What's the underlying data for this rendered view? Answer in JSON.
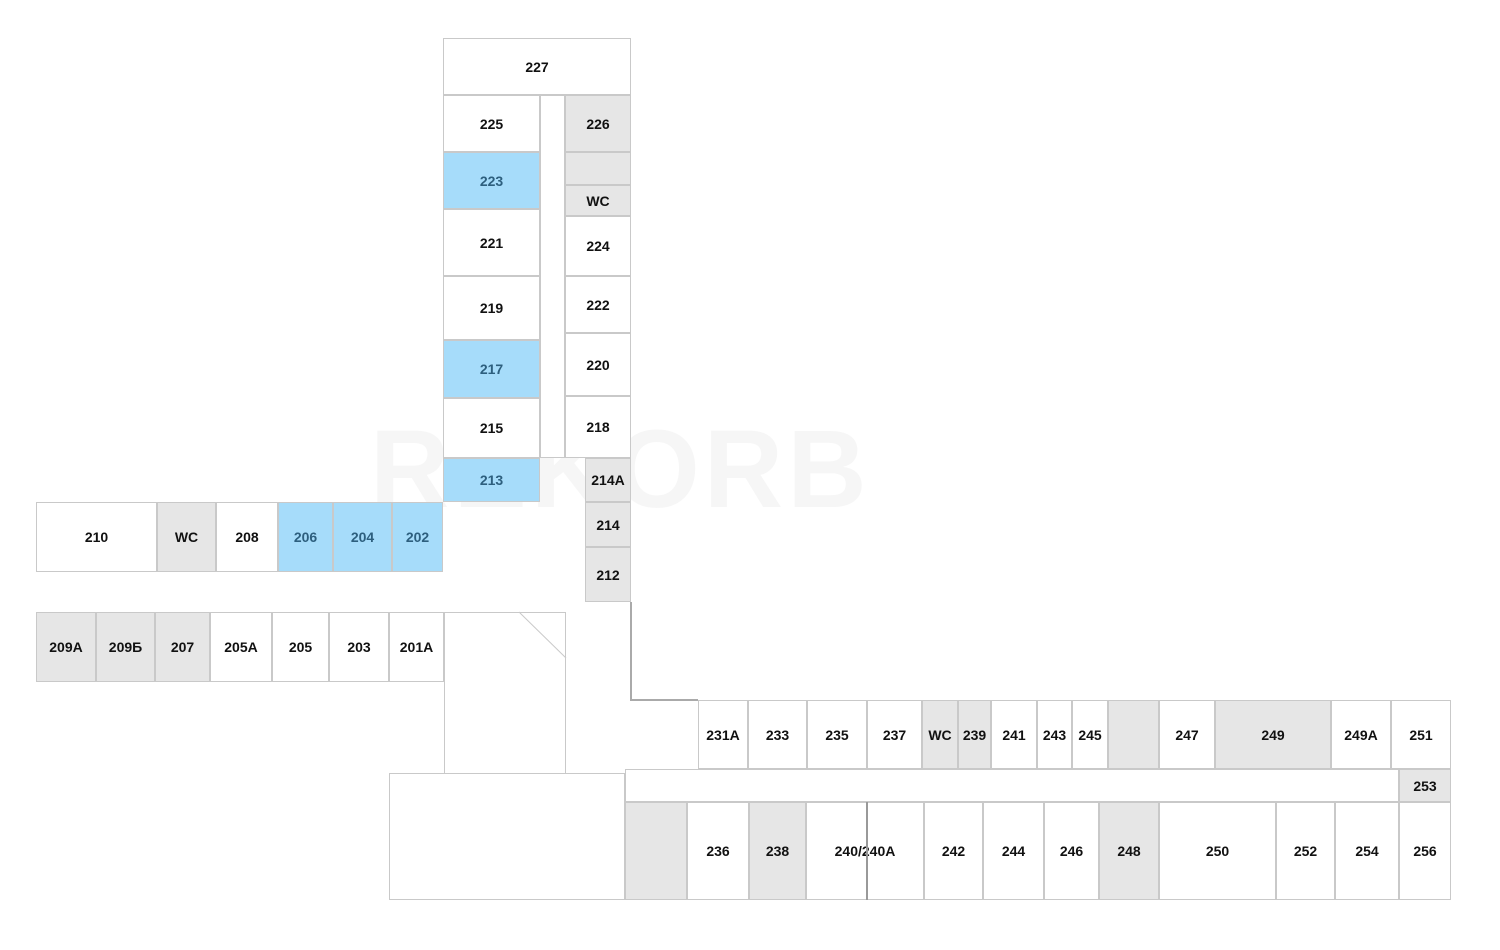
{
  "watermark": "REKORB",
  "colors": {
    "white": "#ffffff",
    "gray": "#e6e6e6",
    "blue": "#a6dcfa"
  },
  "rooms": {
    "r227": "227",
    "r225": "225",
    "r226": "226",
    "r223": "223",
    "wc_top": "WC",
    "r221": "221",
    "r224": "224",
    "r219": "219",
    "r222": "222",
    "r217": "217",
    "r220": "220",
    "r215": "215",
    "r218": "218",
    "r213": "213",
    "r214a": "214A",
    "r214": "214",
    "r212": "212",
    "r210": "210",
    "wc_left": "WC",
    "r208": "208",
    "r206": "206",
    "r204": "204",
    "r202": "202",
    "r209a": "209A",
    "r209b": "209Б",
    "r207": "207",
    "r205a": "205A",
    "r205": "205",
    "r203": "203",
    "r201a": "201A",
    "r231a": "231A",
    "r233": "233",
    "r235": "235",
    "r237": "237",
    "wc_right": "WC",
    "r239": "239",
    "r241": "241",
    "r243": "243",
    "r245": "245",
    "r247": "247",
    "r249": "249",
    "r249a": "249A",
    "r251": "251",
    "r253": "253",
    "r236": "236",
    "r238": "238",
    "r240": "240/240A",
    "r242": "242",
    "r244": "244",
    "r246": "246",
    "r248": "248",
    "r250": "250",
    "r252": "252",
    "r254": "254",
    "r256": "256"
  }
}
